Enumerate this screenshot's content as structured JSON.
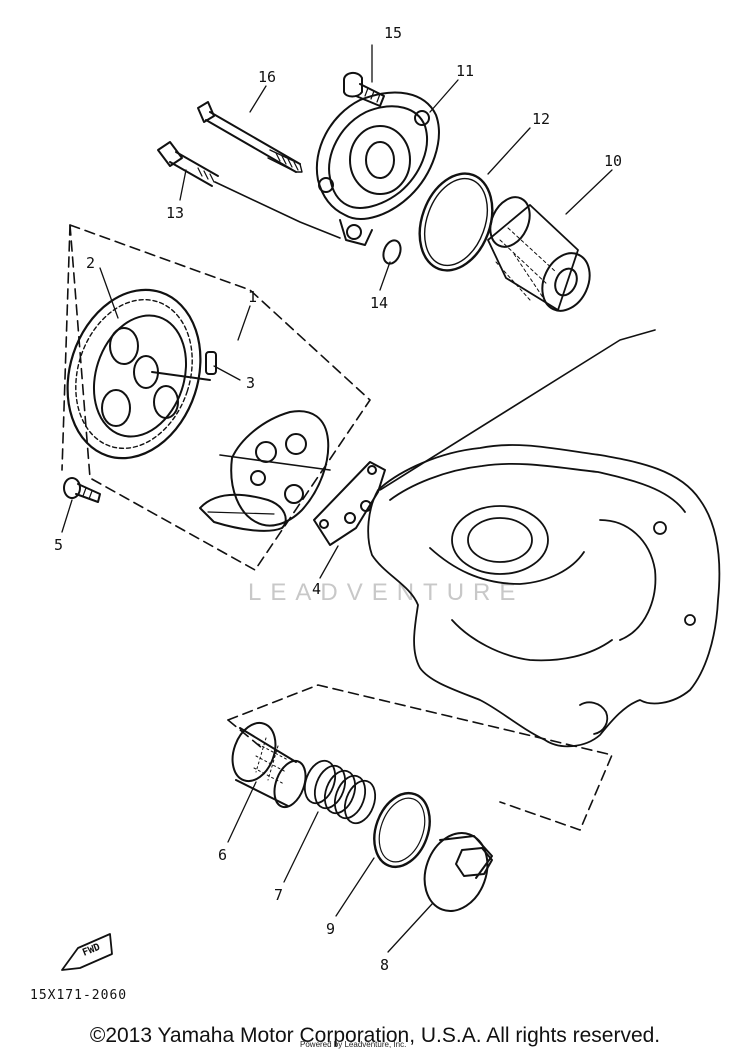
{
  "diagram": {
    "callouts": {
      "p1": "1",
      "p2": "2",
      "p3": "3",
      "p4": "4",
      "p5": "5",
      "p6": "6",
      "p7": "7",
      "p8": "8",
      "p9": "9",
      "p10": "10",
      "p11": "11",
      "p12": "12",
      "p13": "13",
      "p14": "14",
      "p15": "15",
      "p16": "16"
    },
    "fwd_label": "FWD",
    "watermark": "LEADVENTURE",
    "part_code": "15X171-2060"
  },
  "footer": {
    "copyright": "©2013 Yamaha Motor Corporation, U.S.A. All rights reserved.",
    "small_print": "Powered by Leadventure, Inc."
  }
}
